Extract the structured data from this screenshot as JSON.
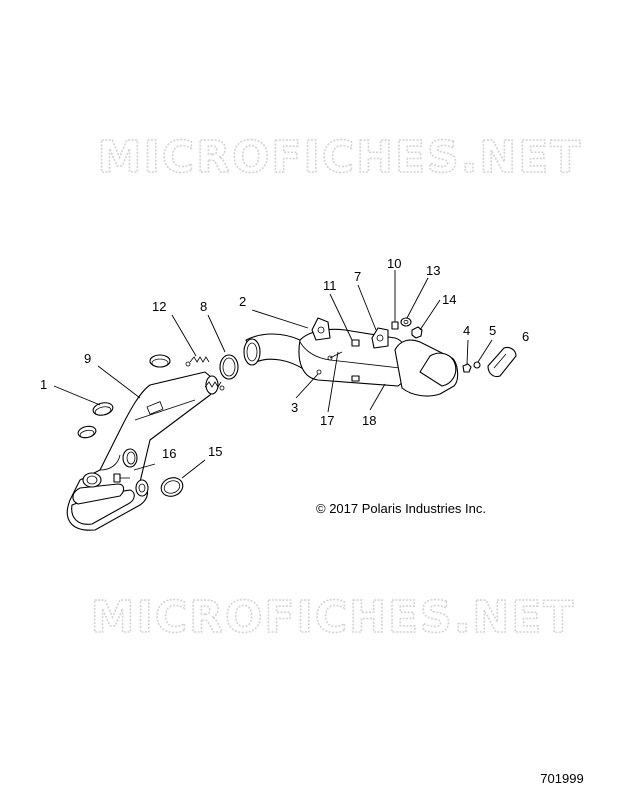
{
  "watermark": {
    "text": "MICROFICHES.NET"
  },
  "copyright": "© 2017 Polaris Industries Inc.",
  "drawing_number": "701999",
  "callouts": [
    "1",
    "2",
    "3",
    "4",
    "5",
    "6",
    "7",
    "8",
    "9",
    "10",
    "11",
    "12",
    "13",
    "14",
    "15",
    "16",
    "17",
    "18"
  ]
}
